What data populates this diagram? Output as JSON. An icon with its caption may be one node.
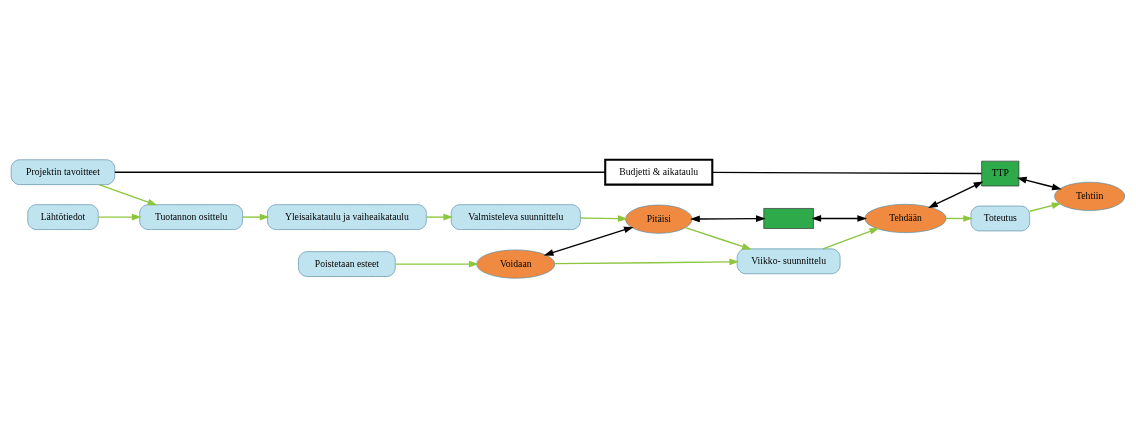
{
  "diagram": {
    "nodes": [
      {
        "text": [
          "Projektin tavoitteet"
        ]
      },
      {
        "text": [
          "Budjetti & aikataulu"
        ]
      },
      {
        "text": [
          "Lähtötiedot"
        ]
      },
      {
        "text": [
          "Tuotannon osittelu"
        ]
      },
      {
        "text": [
          "Yleisaikataulu ja vaiheaikataulu"
        ]
      },
      {
        "text": [
          "Valmisteleva suunnittelu"
        ]
      },
      {
        "text": [
          "Pitäisi"
        ]
      },
      {
        "text": [],
        "shape": "box"
      },
      {
        "text": [
          "Poistetaan esteet"
        ]
      },
      {
        "text": [
          "Voidaan"
        ]
      },
      {
        "text": [
          "Viikko- suunnittelu"
        ]
      },
      {
        "text": [
          "Tehdään"
        ]
      },
      {
        "text": [
          "TTP"
        ]
      },
      {
        "text": [
          "Toteutus"
        ]
      },
      {
        "text": [
          "Tehtiin"
        ]
      }
    ],
    "edges": [
      {
        "from": 0,
        "to": 1,
        "arrow": "none",
        "color": "#000000"
      },
      {
        "from": 1,
        "to": 12,
        "arrow": "none",
        "color": "#000000"
      },
      {
        "from": 0,
        "to": 3,
        "arrow": "to"
      },
      {
        "from": 2,
        "to": 3,
        "arrow": "to"
      },
      {
        "from": 3,
        "to": 4,
        "arrow": "to"
      },
      {
        "from": 4,
        "to": 5,
        "arrow": "to"
      },
      {
        "from": 5,
        "to": 6,
        "arrow": "to"
      },
      {
        "from": 6,
        "to": 7,
        "arrow": "both",
        "color": "#000000"
      },
      {
        "from": 9,
        "to": 6,
        "arrow": "both",
        "color": "#000000"
      },
      {
        "from": 6,
        "to": 10,
        "arrow": "to"
      },
      {
        "from": 8,
        "to": 9,
        "arrow": "to"
      },
      {
        "from": 9,
        "to": 10,
        "arrow": "to"
      },
      {
        "from": 10,
        "to": 11,
        "arrow": "to"
      },
      {
        "from": 7,
        "to": 11,
        "arrow": "both",
        "color": "#000000"
      },
      {
        "from": 11,
        "to": 12,
        "arrow": "both",
        "color": "#000000"
      },
      {
        "from": 11,
        "to": 13,
        "arrow": "to"
      },
      {
        "from": 13,
        "to": 14,
        "arrow": "to"
      },
      {
        "from": 12,
        "to": 14,
        "arrow": "both",
        "color": "#000000"
      }
    ]
  }
}
